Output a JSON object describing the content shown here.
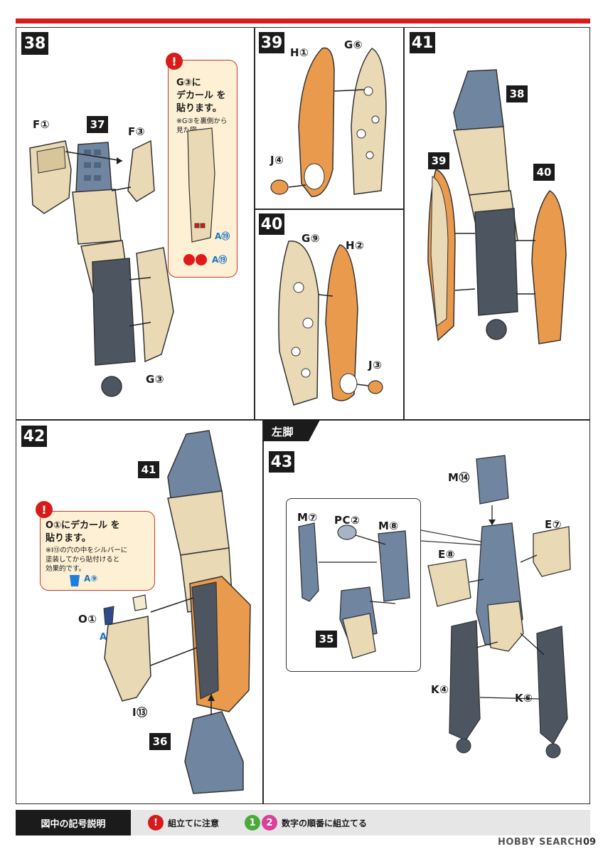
{
  "colors": {
    "accent": "#d81a1a",
    "beige": "#e9d9b4",
    "orange": "#e99a4c",
    "bluegray": "#6f85a0",
    "darkgray": "#4d5561",
    "note_bg": "#fdf0d4",
    "blue_text": "#1d74c5"
  },
  "steps": {
    "s38": {
      "num": "38",
      "parts": {
        "f1": "F①",
        "f3": "F③",
        "g3": "G③"
      },
      "ref": "37",
      "note": {
        "line1": "G③に",
        "line2": "デカール を",
        "line3": "貼ります。",
        "sub1": "※G③を裏側から",
        "sub2": "見た図。",
        "decal_a": "A⑲",
        "decal_b": "A⑲"
      }
    },
    "s39": {
      "num": "39",
      "parts": {
        "h1": "H①",
        "g6": "G⑥",
        "j4": "J④"
      }
    },
    "s40": {
      "num": "40",
      "parts": {
        "g9": "G⑨",
        "h2": "H②",
        "j3": "J③"
      }
    },
    "s41": {
      "num": "41",
      "refs": {
        "r38": "38",
        "r39": "39",
        "r40": "40"
      }
    },
    "s42": {
      "num": "42",
      "parts": {
        "o1": "O①",
        "a9": "A⑨",
        "i13": "I⑬"
      },
      "refs": {
        "r41": "41",
        "r36": "36"
      },
      "note": {
        "line1": "O①にデカール を",
        "line2": "貼ります。",
        "sub1": "※I⑬の穴の中をシルバーに",
        "sub2": "塗装してから貼付けると",
        "sub3": "効果的です。",
        "decal": "A⑨"
      }
    },
    "s43": {
      "num": "43",
      "section": "左脚",
      "parts": {
        "m14": "M⑭",
        "m7": "M⑦",
        "pc2": "PC②",
        "m8": "M⑧",
        "e7": "E⑦",
        "e8": "E⑧",
        "k4": "K④",
        "k6": "K⑥"
      },
      "ref": "35"
    }
  },
  "legend": {
    "title": "図中の記号説明",
    "warn_symbol": "!",
    "warn_text": "組立てに注意",
    "order_1": "1",
    "order_2": "2",
    "order_text": "数字の順番に組立てる"
  },
  "footer": {
    "watermark": "HOBBY SEARCH",
    "page": "09"
  }
}
